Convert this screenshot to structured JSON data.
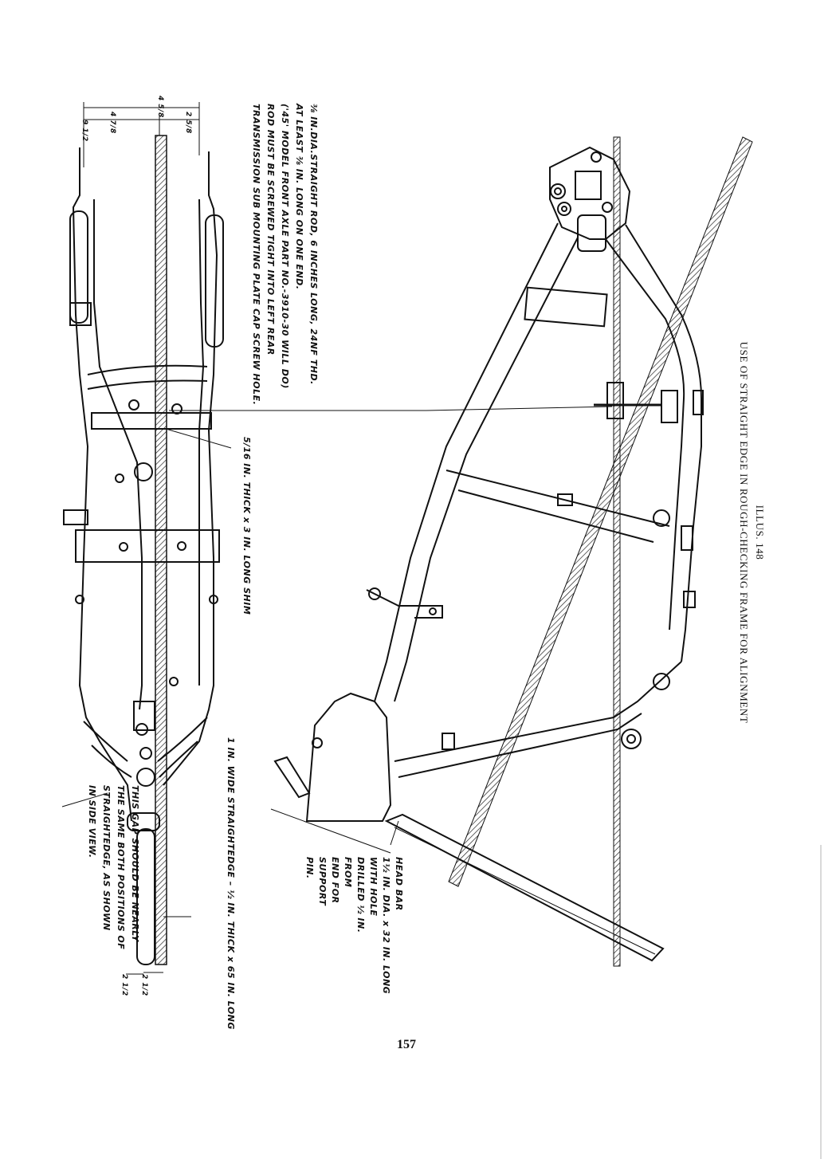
{
  "page": {
    "number": "157",
    "caption_line1": "ILLUS. 148",
    "caption_line2": "USE OF STRAIGHT EDGE IN ROUGH-CHECKING FRAME FOR ALIGNMENT"
  },
  "notes": {
    "rod_note": [
      "⅜ IN.DIA.STRAIGHT ROD, 6 INCHES LONG, 24NF THD.",
      "AT LEAST ⅜ IN. LONG ON ONE END.",
      "('45' MODEL FRONT AXLE PART NO.-3910-30 WILL DO)",
      "ROD MUST BE SCREWED TIGHT INTO LEFT REAR",
      "TRANSMISSION SUB MOUNTING PLATE CAP SCREW HOLE."
    ],
    "shim_note": "5/16 IN. THICK x 3 IN. LONG SHIM",
    "gap_note": [
      "THIS GAP SHOULD BE NEARLY",
      "THE SAME BOTH POSITIONS OF",
      "STRAIGHTEDGE, AS SHOWN",
      "IN SIDE VIEW."
    ],
    "straightedge_note": "1 IN. WIDE STRAIGHTEDGE – ½ IN. THICK x 65 IN. LONG",
    "head_bar_note": [
      "HEAD BAR",
      "1½ IN. DIA. x 32 IN. LONG",
      "WITH HOLE",
      "DRILLED ½ IN.",
      "FROM",
      "END FOR",
      "SUPPORT",
      "PIN."
    ],
    "dimension_labels": [
      "4 7/8",
      "4 5/8",
      "2 5/8",
      "9 1/2",
      "2 1/2",
      "2 1/2"
    ]
  }
}
